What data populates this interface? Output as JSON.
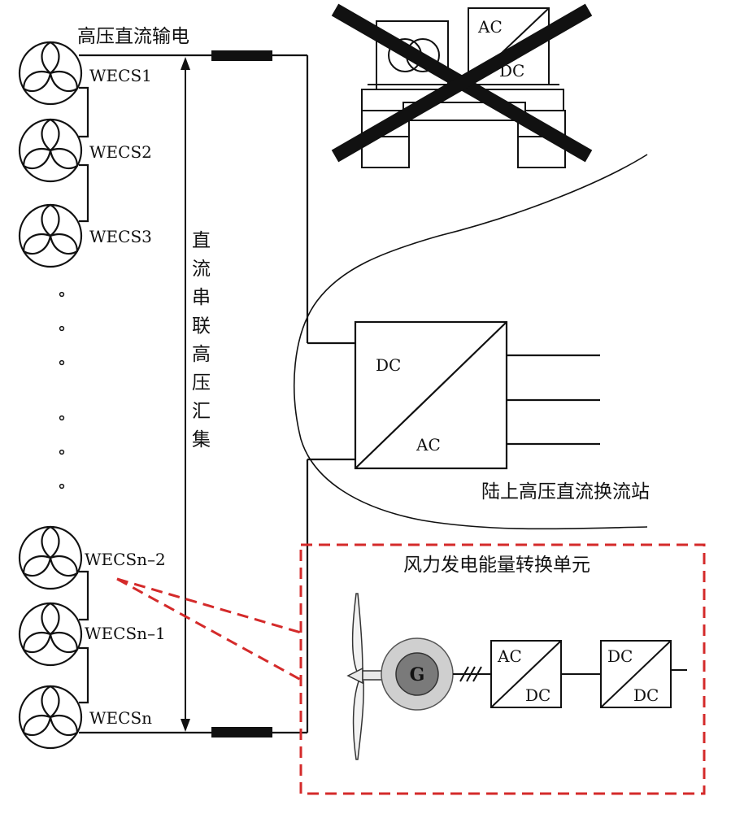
{
  "labels": {
    "hvdc_transmission": "高压直流输电",
    "dc_series_collection": [
      "直",
      "流",
      "串",
      "联",
      "高",
      "压",
      "汇",
      "集"
    ],
    "onshore_station": "陆上高压直流换流站",
    "energy_unit_title": "风力发电能量转换单元"
  },
  "turbines": [
    "WECS1",
    "WECS2",
    "WECS3",
    "WECSn–2",
    "WECSn–1",
    "WECSn"
  ],
  "converters": {
    "offshore_crossed": {
      "top": "AC",
      "bottom": "DC"
    },
    "onshore": {
      "top": "DC",
      "bottom": "AC"
    },
    "unit_first": {
      "top": "AC",
      "bottom": "DC"
    },
    "unit_second": {
      "top": "DC",
      "bottom": "DC"
    }
  },
  "generator_label": "G",
  "colors": {
    "line": "#111111",
    "highlight": "#d42a2a",
    "generator_outer": "#cfcfcf",
    "generator_inner": "#7a7a7a"
  }
}
